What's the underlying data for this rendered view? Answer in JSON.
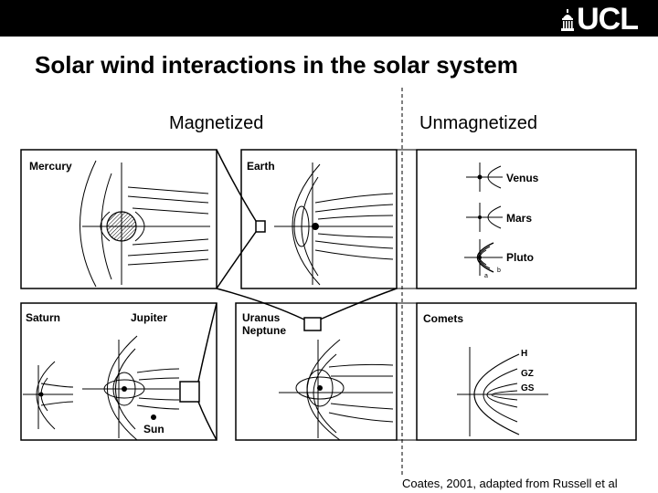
{
  "header": {
    "logo_text": "UCL",
    "logo_icon": "ucl-dome-icon",
    "background": "#000000"
  },
  "title": "Solar wind interactions in the solar system",
  "columns": {
    "left": "Magnetized",
    "right": "Unmagnetized"
  },
  "panels": {
    "mercury": "Mercury",
    "earth": "Earth",
    "venus": "Venus",
    "mars": "Mars",
    "pluto": "Pluto",
    "saturn": "Saturn",
    "jupiter": "Jupiter",
    "sun": "Sun",
    "uranus": "Uranus",
    "neptune": "Neptune",
    "comets": "Comets",
    "comet_h": "H",
    "comet_gz": "GZ",
    "comet_gs": "GS",
    "pluto_a": "a",
    "pluto_b": "b"
  },
  "credit": "Coates, 2001, adapted from Russell et al"
}
